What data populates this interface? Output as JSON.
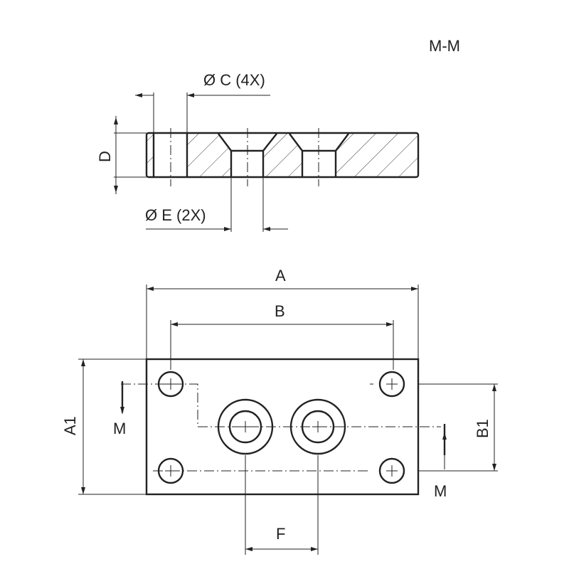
{
  "section_label": "M-M",
  "dimensions": {
    "C": "Ø C (4X)",
    "D": "D",
    "E": "Ø E (2X)",
    "A": "A",
    "B": "B",
    "A1": "A1",
    "B1": "B1",
    "F": "F",
    "M_left": "M",
    "M_right": "M"
  },
  "colors": {
    "line": "#222222",
    "background": "#ffffff"
  }
}
